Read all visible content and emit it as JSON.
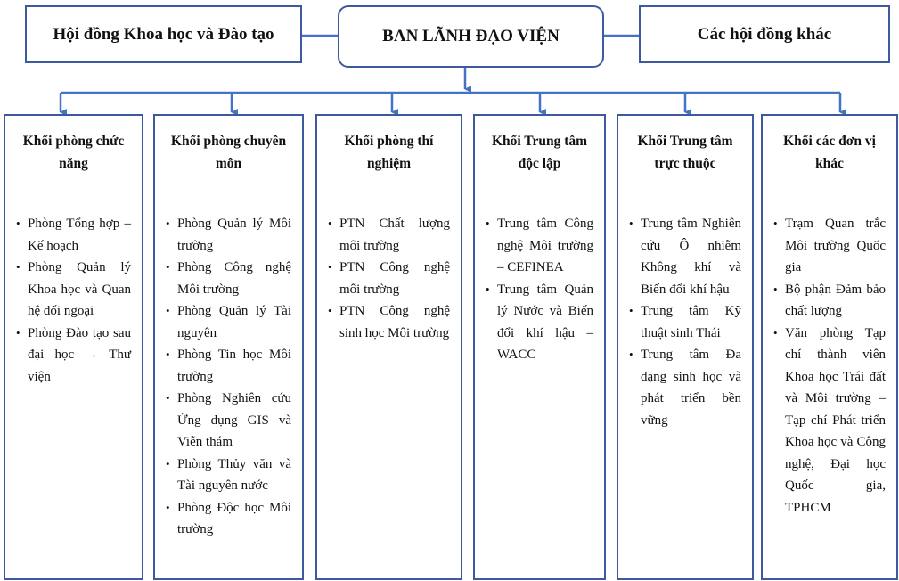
{
  "top": {
    "left": "Hội đồng Khoa học và Đào tạo",
    "center": "BAN LÃNH ĐẠO VIỆN",
    "right": "Các hội đồng khác"
  },
  "columns": [
    {
      "title": "Khối phòng chức năng",
      "items": [
        "Phòng Tổng hợp – Kế hoạch",
        "Phòng Quản lý Khoa học và Quan hệ đối ngoại",
        "Phòng Đào tạo sau đại học → Thư viện"
      ]
    },
    {
      "title": "Khối phòng chuyên môn",
      "items": [
        "Phòng Quản lý Môi trường",
        "Phòng Công nghệ Môi trường",
        "Phòng Quản lý Tài nguyên",
        "Phòng Tin học Môi trường",
        "Phòng Nghiên cứu Ứng dụng GIS và Viễn thám",
        "Phòng Thủy văn và Tài nguyên nước",
        "Phòng Độc học Môi trường"
      ]
    },
    {
      "title": "Khối phòng thí nghiệm",
      "items": [
        "PTN Chất lượng môi trường",
        "PTN Công nghệ môi trường",
        "PTN Công nghệ sinh học Môi trường"
      ]
    },
    {
      "title": "Khối Trung tâm độc lập",
      "items": [
        "Trung tâm Công nghệ Môi trường – CEFINEA",
        "Trung tâm Quản lý Nước và Biến đổi khí hậu – WACC"
      ]
    },
    {
      "title": "Khối Trung tâm trực thuộc",
      "items": [
        "Trung tâm Nghiên cứu Ô nhiễm Không khí và Biến đổi khí hậu",
        "Trung tâm Kỹ thuật sinh Thái",
        "Trung tâm Đa dạng sinh học và phát triển bền vững"
      ]
    },
    {
      "title": "Khối các đơn vị khác",
      "items": [
        "Trạm Quan trắc Môi trường Quốc gia",
        "Bộ phận Đảm bảo chất lượng",
        "Văn phòng Tạp chí thành viên Khoa học Trái đất và Môi trường – Tạp chí Phát triển Khoa học và Công nghệ, Đại học Quốc gia, TPHCM"
      ]
    }
  ],
  "colors": {
    "border": "#3d5a9e",
    "connector": "#4472c4"
  },
  "bullet_icon": "bullet-dot"
}
